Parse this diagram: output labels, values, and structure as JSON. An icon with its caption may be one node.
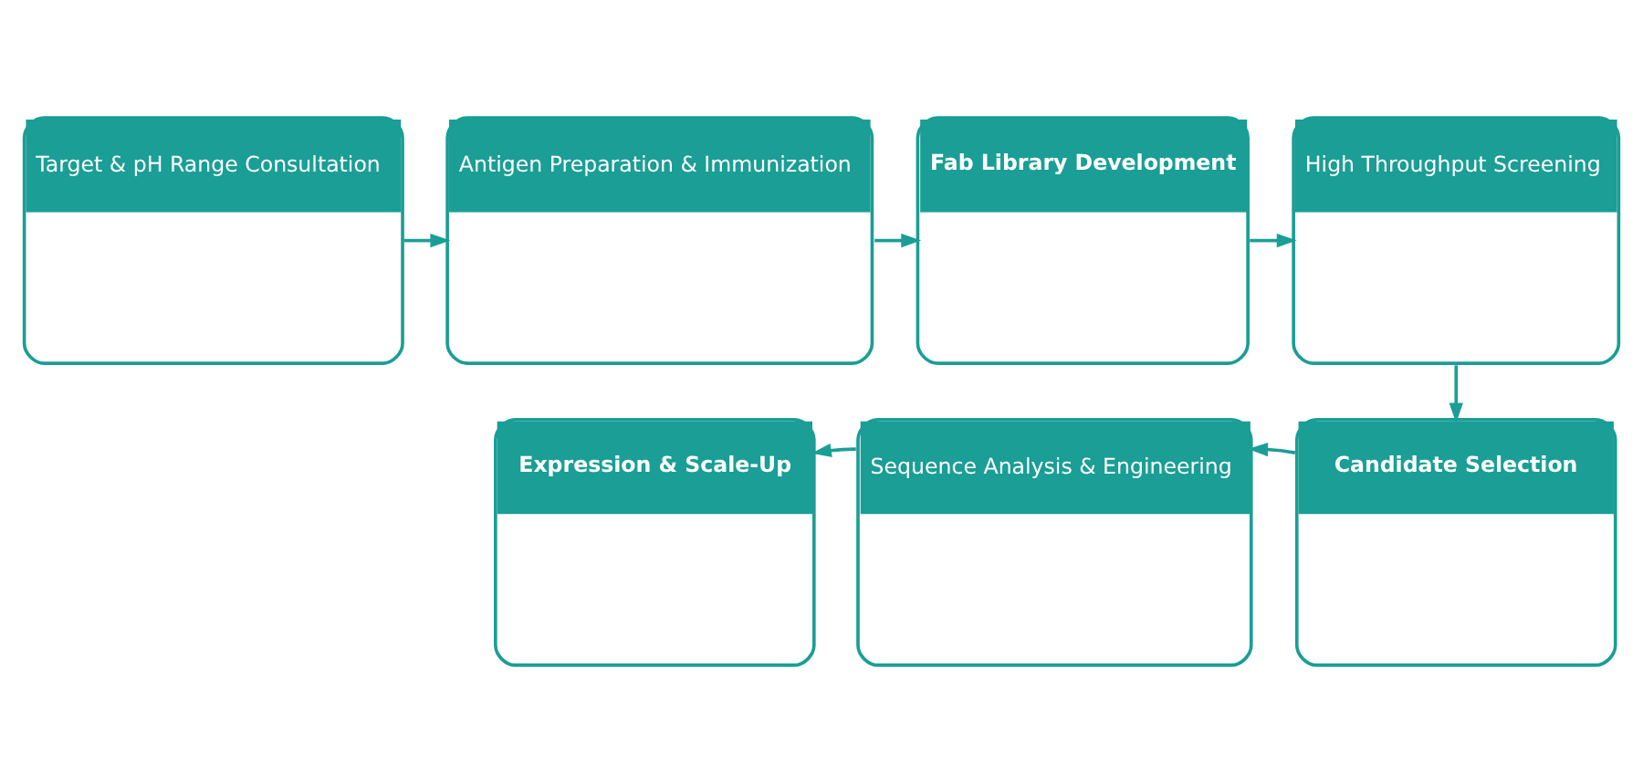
{
  "diagram": {
    "nodes": [
      {
        "text": [
          "Target & pH Range Consultation"
        ]
      },
      {
        "text": [
          "Antigen Preparation & Immunization"
        ]
      },
      {
        "text": [
          "Fab Library Development"
        ]
      },
      {
        "text": [
          "High Throughput Screening"
        ]
      },
      {
        "text": [
          "Candidate Selection"
        ]
      },
      {
        "text": [
          "Sequence Analysis & Engineering"
        ]
      },
      {
        "text": [
          "Expression & Scale-Up"
        ]
      }
    ],
    "edges": [
      {
        "from": 0,
        "to": 1,
        "arrow": "to"
      },
      {
        "from": 1,
        "to": 2,
        "arrow": "to"
      },
      {
        "from": 2,
        "to": 3,
        "arrow": "to"
      },
      {
        "from": 3,
        "to": 4,
        "arrow": "to"
      },
      {
        "from": 4,
        "to": 5,
        "arrow": "to"
      },
      {
        "from": 5,
        "to": 6,
        "arrow": "to"
      }
    ]
  }
}
